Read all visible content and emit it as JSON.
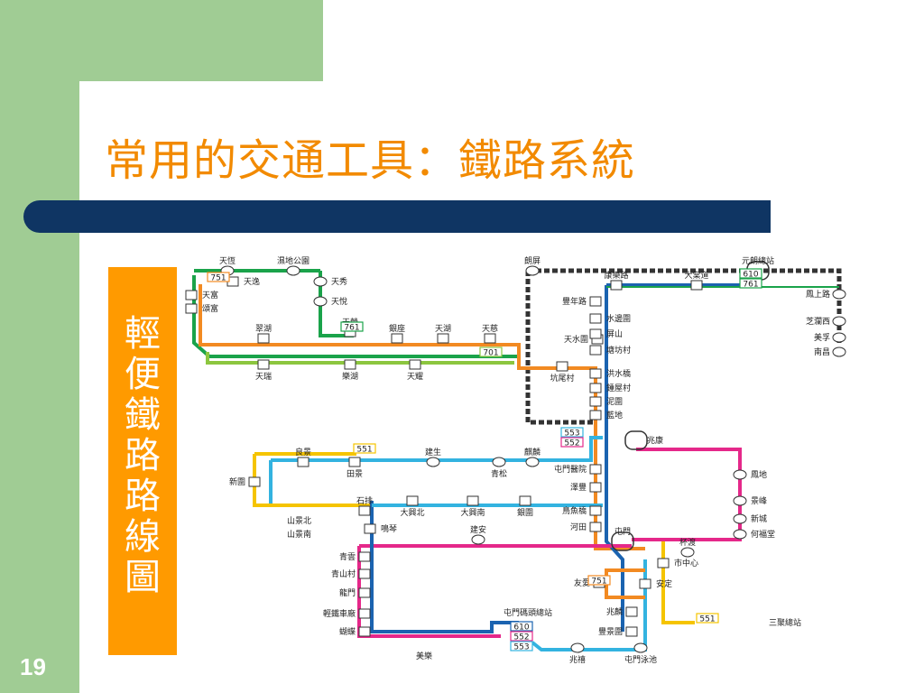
{
  "slide": {
    "title": "常用的交通工具：鐵路系統",
    "page_number": "19",
    "side_label_chars": [
      "輕",
      "便",
      "鐵",
      "路",
      "路",
      "線",
      "圖"
    ]
  },
  "colors": {
    "sidebar": "#a0cc94",
    "title_text": "#f28a00",
    "title_bar": "#0f3563",
    "label_box": "#ff9a00",
    "route_green": "#1aa34a",
    "route_orange": "#f28a22",
    "route_lime": "#8cc63f",
    "route_blue": "#1b63b0",
    "route_cyan": "#33b3e0",
    "route_yellow": "#f5c400",
    "route_magenta": "#e5288a",
    "route_grey": "#333333"
  },
  "map": {
    "route_labels": [
      {
        "id": "r610a",
        "text": "610",
        "color": "#1aa34a"
      },
      {
        "id": "r761a",
        "text": "761",
        "color": "#1aa34a"
      },
      {
        "id": "r751a",
        "text": "751",
        "color": "#f28a22"
      },
      {
        "id": "r761b",
        "text": "761",
        "color": "#1aa34a"
      },
      {
        "id": "r701",
        "text": "701",
        "color": "#8cc63f"
      },
      {
        "id": "r553a",
        "text": "553",
        "color": "#33b3e0"
      },
      {
        "id": "r552a",
        "text": "552",
        "color": "#e5288a"
      },
      {
        "id": "r551a",
        "text": "551",
        "color": "#f5c400"
      },
      {
        "id": "r751b",
        "text": "751",
        "color": "#f28a22"
      },
      {
        "id": "r551b",
        "text": "551",
        "color": "#f5c400"
      },
      {
        "id": "r610b",
        "text": "610",
        "color": "#1b63b0"
      },
      {
        "id": "r552b",
        "text": "552",
        "color": "#e5288a"
      },
      {
        "id": "r553b",
        "text": "553",
        "color": "#33b3e0"
      }
    ],
    "stations": [
      {
        "id": "tianheng",
        "name": "天恆"
      },
      {
        "id": "shidi",
        "name": "濕地公園"
      },
      {
        "id": "tianyi",
        "name": "天逸"
      },
      {
        "id": "tianfu",
        "name": "天富"
      },
      {
        "id": "songfu",
        "name": "頌富"
      },
      {
        "id": "tianxiu",
        "name": "天秀"
      },
      {
        "id": "tianyue",
        "name": "天悅"
      },
      {
        "id": "cuihu",
        "name": "翠湖"
      },
      {
        "id": "tianrong",
        "name": "天榮"
      },
      {
        "id": "yinzuo",
        "name": "銀座"
      },
      {
        "id": "tianhu",
        "name": "天湖"
      },
      {
        "id": "tianci",
        "name": "天慈"
      },
      {
        "id": "tianrui",
        "name": "天瑞"
      },
      {
        "id": "lehu",
        "name": "樂湖"
      },
      {
        "id": "tianyao",
        "name": "天耀"
      },
      {
        "id": "tianshuiwei",
        "name": "天水圍"
      },
      {
        "id": "langping",
        "name": "朗屏"
      },
      {
        "id": "yuanlang",
        "name": "元朗總站"
      },
      {
        "id": "fengwulu",
        "name": "豐年路"
      },
      {
        "id": "kanglelu",
        "name": "康樂路"
      },
      {
        "id": "daxiejie",
        "name": "大棠道"
      },
      {
        "id": "maoshanglu",
        "name": "鳳上路"
      },
      {
        "id": "shuibianwei",
        "name": "水邊圍"
      },
      {
        "id": "pingshan",
        "name": "屏山"
      },
      {
        "id": "tangfangcun",
        "name": "塘坊村"
      },
      {
        "id": "kengweicun",
        "name": "坑尾村"
      },
      {
        "id": "hongshuiqiao",
        "name": "洪水橋"
      },
      {
        "id": "tangwucun",
        "name": "鍾屋村"
      },
      {
        "id": "niwei",
        "name": "泥圍"
      },
      {
        "id": "landi",
        "name": "藍地"
      },
      {
        "id": "zhikangxi",
        "name": "芝瀾西"
      },
      {
        "id": "meifu",
        "name": "美孚"
      },
      {
        "id": "nanchang",
        "name": "南昌"
      },
      {
        "id": "zhaokang",
        "name": "兆康"
      },
      {
        "id": "liangjing",
        "name": "良景"
      },
      {
        "id": "jiansheng",
        "name": "建生"
      },
      {
        "id": "qilin",
        "name": "麒麟"
      },
      {
        "id": "xinwei",
        "name": "新圍"
      },
      {
        "id": "tianjing",
        "name": "田景"
      },
      {
        "id": "qingsong",
        "name": "青松"
      },
      {
        "id": "tmhospital",
        "name": "屯門醫院"
      },
      {
        "id": "zefeng",
        "name": "澤豐"
      },
      {
        "id": "shifu",
        "name": "石排"
      },
      {
        "id": "daxingbei",
        "name": "大興北"
      },
      {
        "id": "daxingnan",
        "name": "大興南"
      },
      {
        "id": "yinwei",
        "name": "銀圍"
      },
      {
        "id": "yunquanqiao",
        "name": "鳥魚橋"
      },
      {
        "id": "shanjingbei",
        "name": "山景北"
      },
      {
        "id": "shanjingnan",
        "name": "山景南"
      },
      {
        "id": "mingqin",
        "name": "鳴琴"
      },
      {
        "id": "jianan",
        "name": "建安"
      },
      {
        "id": "hetian",
        "name": "河田"
      },
      {
        "id": "tuenmun",
        "name": "屯門"
      },
      {
        "id": "fengdi",
        "name": "鳳地"
      },
      {
        "id": "jingfeng",
        "name": "景峰"
      },
      {
        "id": "xincheng",
        "name": "新城"
      },
      {
        "id": "hefutang",
        "name": "何福堂"
      },
      {
        "id": "beiqu",
        "name": "杯渡"
      },
      {
        "id": "shizhongxin",
        "name": "市中心"
      },
      {
        "id": "qingyun",
        "name": "青雲"
      },
      {
        "id": "qingshancun",
        "name": "青山村"
      },
      {
        "id": "longmen",
        "name": "龍門"
      },
      {
        "id": "qinggui",
        "name": "輕鐵車廠"
      },
      {
        "id": "hudie",
        "name": "蝴蝶"
      },
      {
        "id": "youai",
        "name": "友愛"
      },
      {
        "id": "anding",
        "name": "安定"
      },
      {
        "id": "zhaolin",
        "name": "兆麟"
      },
      {
        "id": "ferry",
        "name": "屯門碼頭總站"
      },
      {
        "id": "fengjingwei",
        "name": "豐景圍"
      },
      {
        "id": "sanju",
        "name": "三聚總站"
      },
      {
        "id": "meile",
        "name": "美樂"
      },
      {
        "id": "zhaoqiao",
        "name": "兆禧"
      },
      {
        "id": "tmswim",
        "name": "屯門泳池"
      }
    ]
  }
}
